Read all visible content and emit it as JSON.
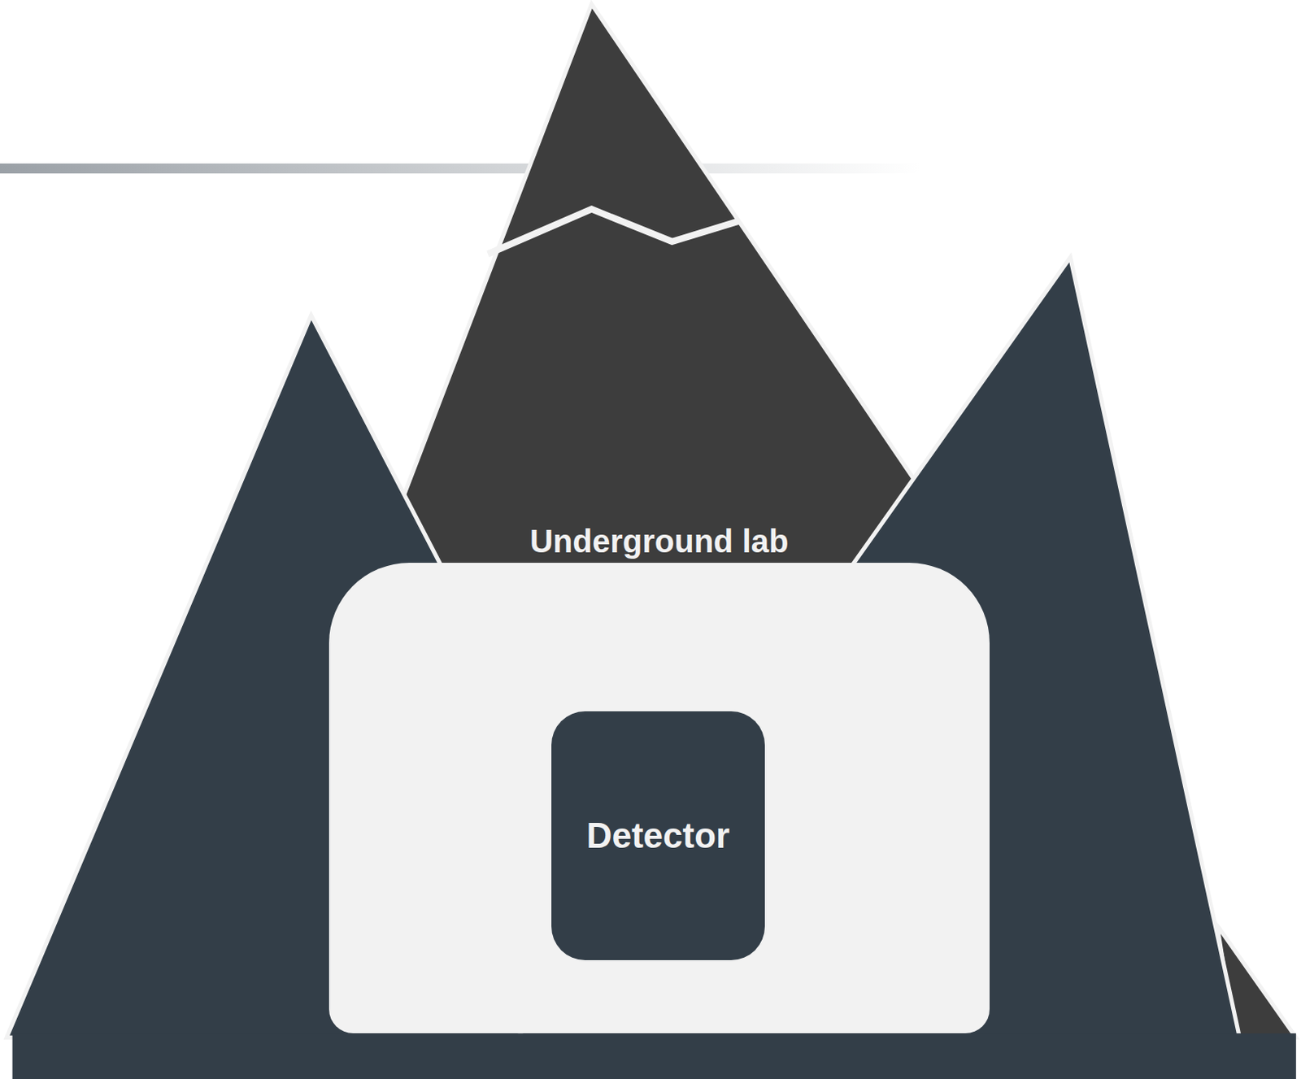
{
  "diagram": {
    "nodes": [
      {
        "text": [
          "Underground lab"
        ]
      },
      {
        "text": [
          "Detector"
        ],
        "in": 0
      }
    ]
  }
}
